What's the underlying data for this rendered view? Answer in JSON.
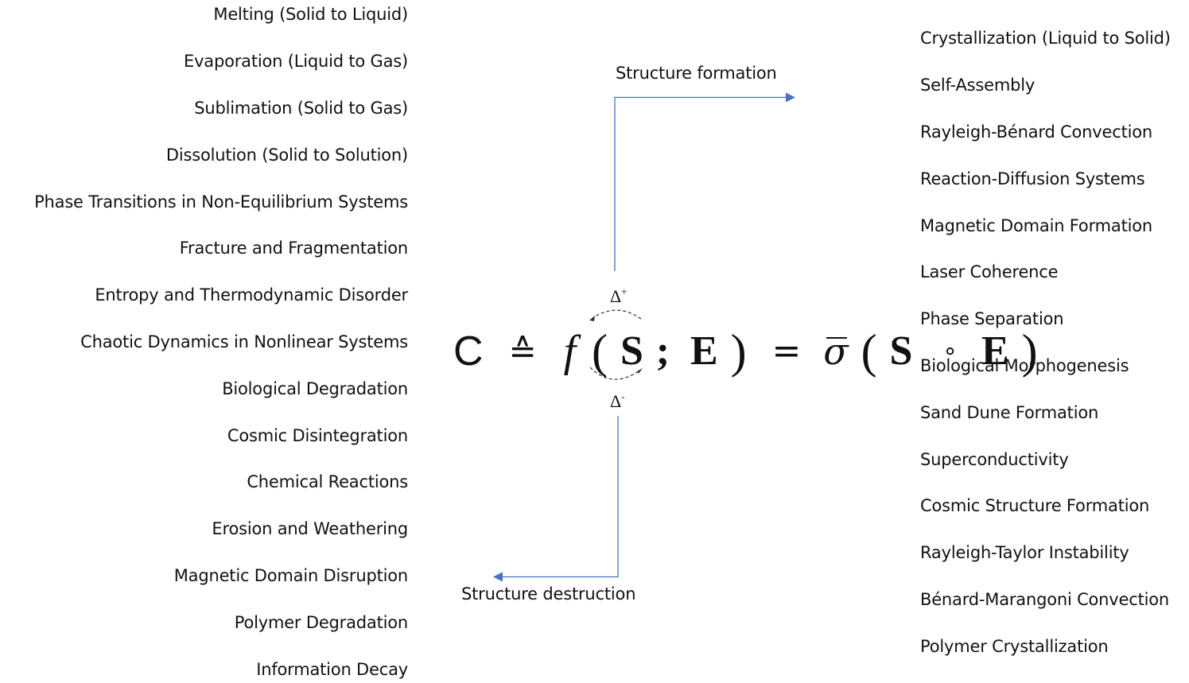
{
  "diagram": {
    "equation": {
      "lhs": "C",
      "defined_as_symbol": "≙",
      "function": "f",
      "open_paren": "(",
      "arg1": "S",
      "separator": ";",
      "arg2": "E",
      "close_paren": ")",
      "equals": "=",
      "operator": "σ",
      "composition_arg1": "S",
      "composition_symbol": "∘",
      "composition_arg2": "E"
    },
    "delta_plus": {
      "symbol": "Δ",
      "sign": "+"
    },
    "delta_minus": {
      "symbol": "Δ",
      "sign": "-"
    },
    "formation_label": "Structure formation",
    "destruction_label": "Structure destruction",
    "arrow_color": "#4472C4",
    "destruction_processes": [
      "Melting (Solid to Liquid)",
      "Evaporation (Liquid to Gas)",
      "Sublimation (Solid to Gas)",
      "Dissolution (Solid to Solution)",
      "Phase Transitions in Non-Equilibrium Systems",
      "Fracture and Fragmentation",
      "Entropy and Thermodynamic Disorder",
      "Chaotic Dynamics in Nonlinear Systems",
      "Biological Degradation",
      "Cosmic Disintegration",
      "Chemical Reactions",
      "Erosion and Weathering",
      "Magnetic Domain Disruption",
      "Polymer Degradation",
      "Information Decay"
    ],
    "formation_processes": [
      "Crystallization (Liquid to Solid)",
      "Self-Assembly",
      "Rayleigh-Bénard Convection",
      "Reaction-Diffusion Systems",
      "Magnetic Domain Formation",
      "Laser Coherence",
      "Phase Separation",
      "Biological Morphogenesis",
      "Sand Dune Formation",
      "Superconductivity",
      "Cosmic Structure Formation",
      "Rayleigh-Taylor Instability",
      "Bénard-Marangoni Convection",
      "Polymer Crystallization"
    ]
  }
}
